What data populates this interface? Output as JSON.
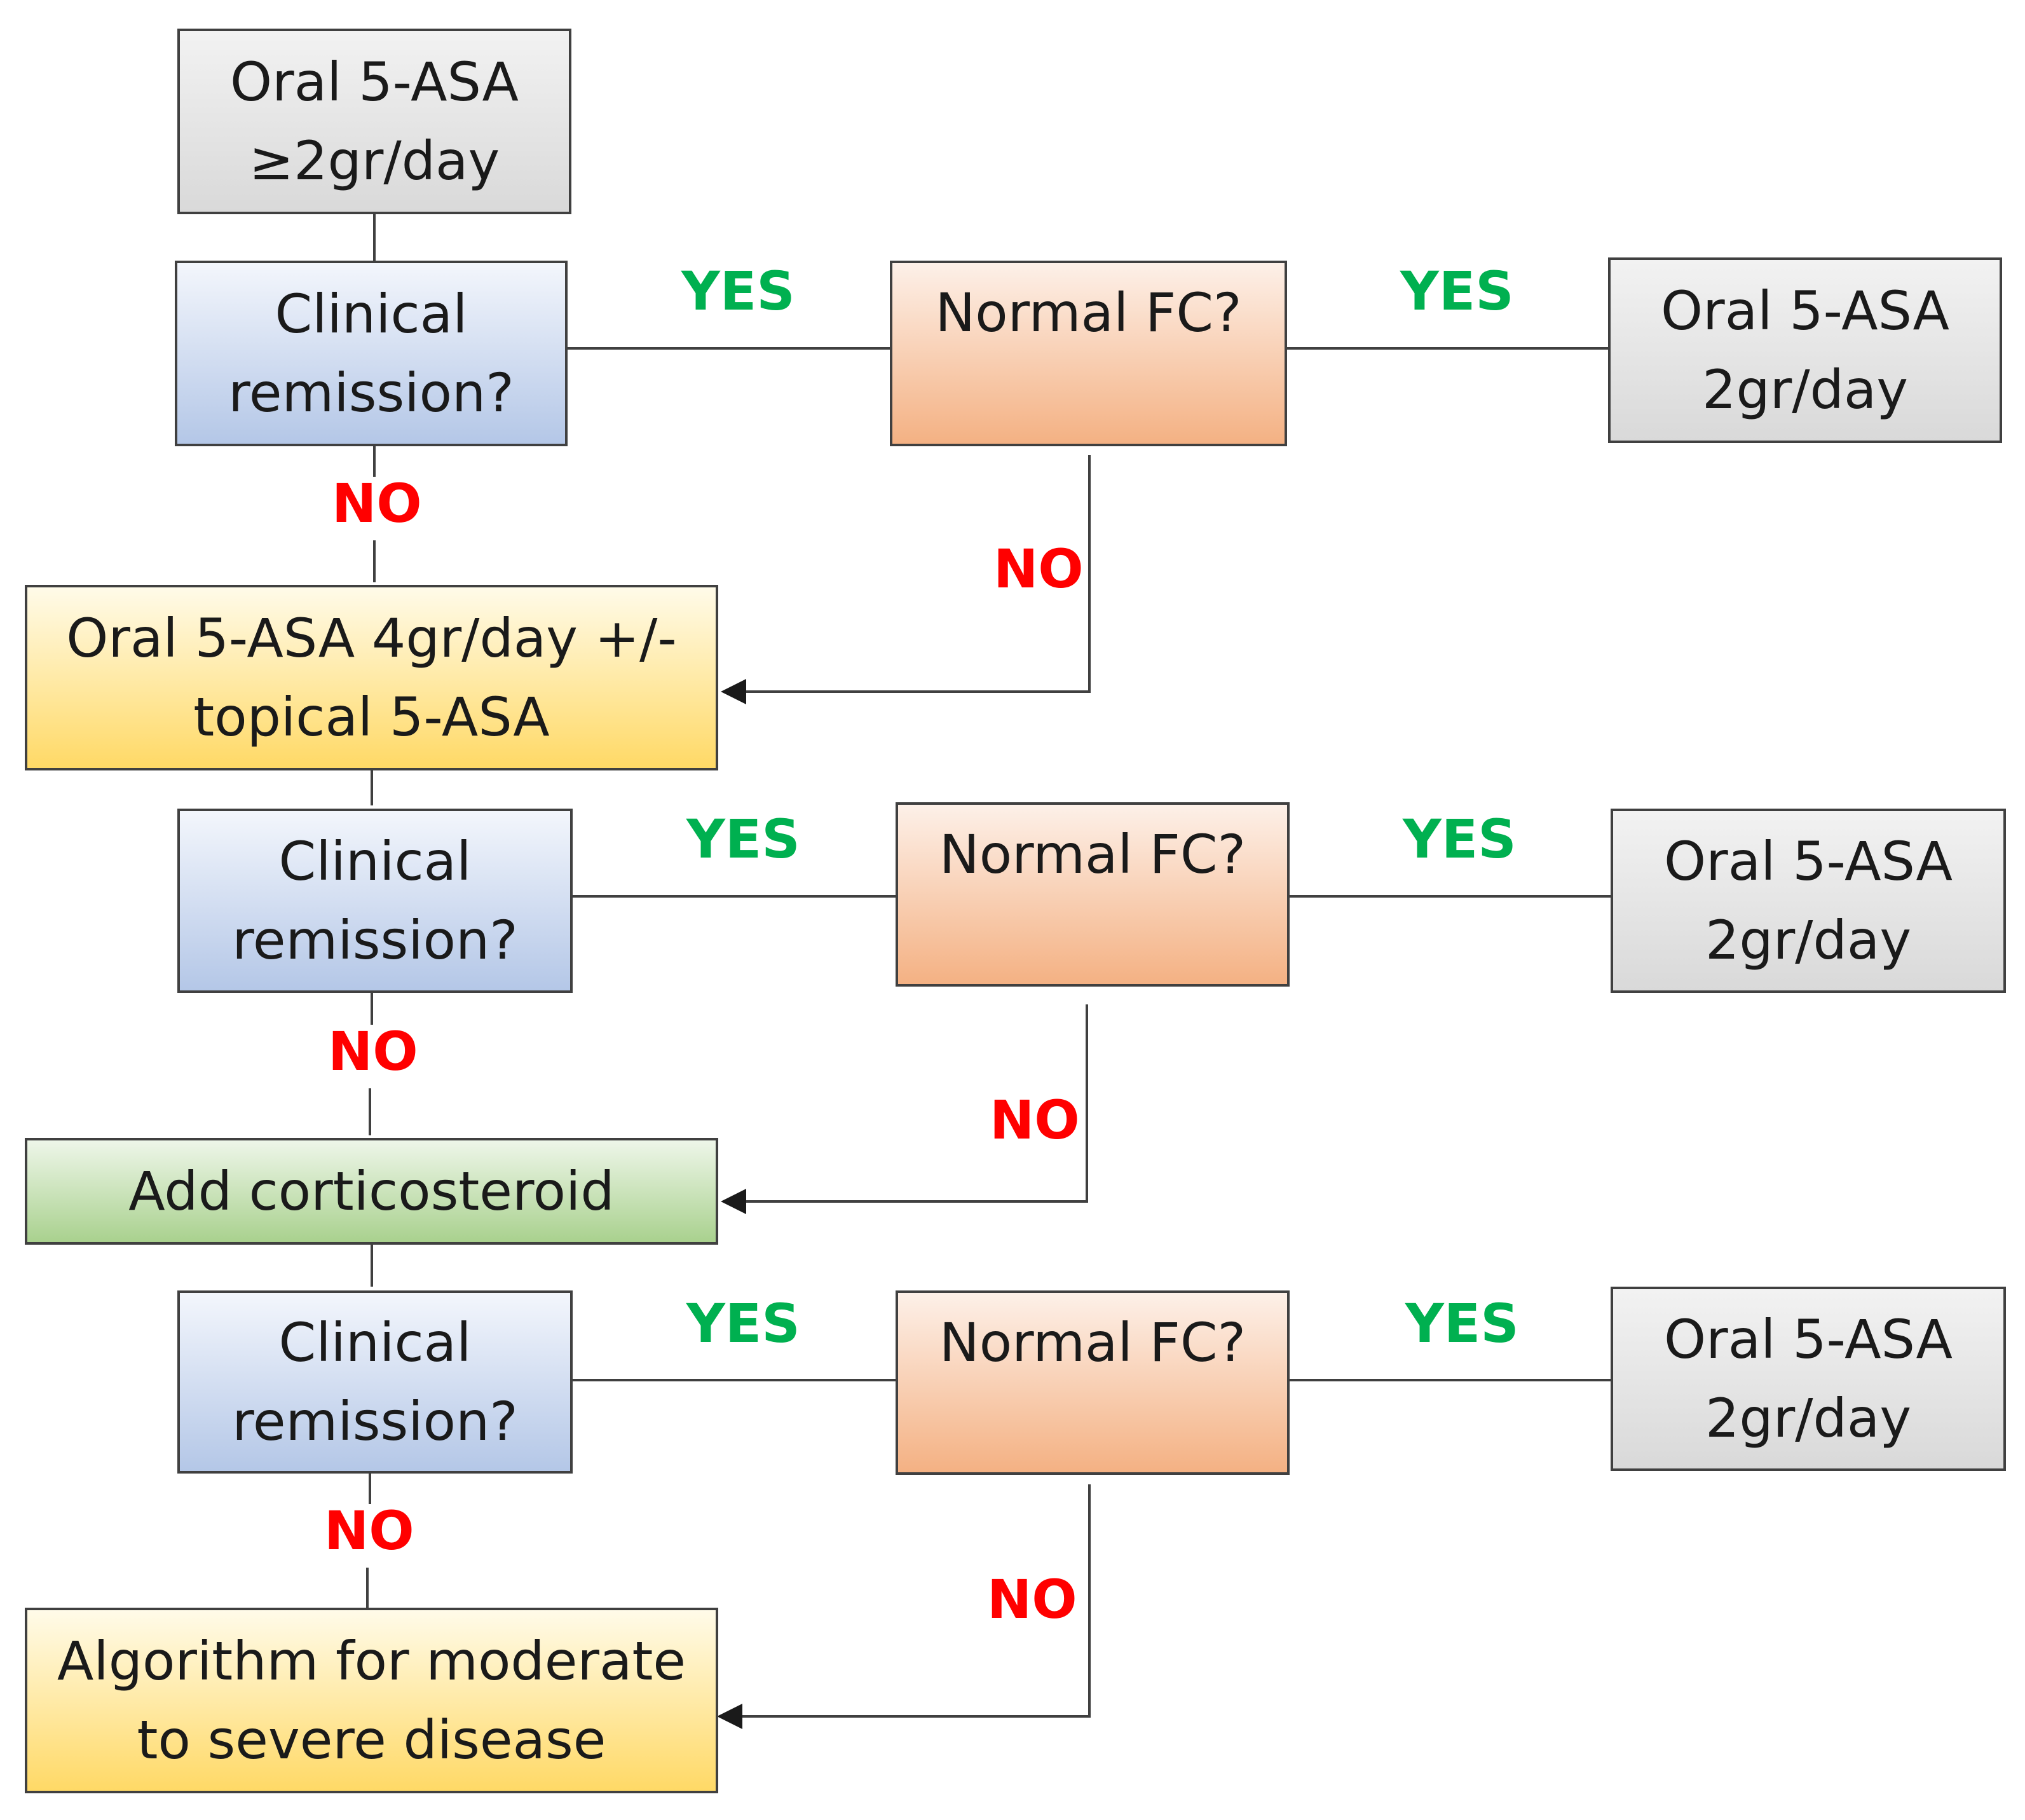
{
  "diagram": {
    "start": "Oral 5-ASA\n≥2gr/day",
    "step1": {
      "question": "Clinical\nremission?",
      "fc_question": "Normal FC?",
      "outcome": "Oral 5-ASA\n2gr/day",
      "yes_label_1": "YES",
      "yes_label_2": "YES",
      "no_label_1": "NO",
      "no_label_2": "NO"
    },
    "escalation1": "Oral 5-ASA 4gr/day +/-\ntopical 5-ASA",
    "step2": {
      "question": "Clinical\nremission?",
      "fc_question": "Normal FC?",
      "outcome": "Oral 5-ASA\n2gr/day",
      "yes_label_1": "YES",
      "yes_label_2": "YES",
      "no_label_1": "NO",
      "no_label_2": "NO"
    },
    "escalation2": "Add corticosteroid",
    "step3": {
      "question": "Clinical\nremission?",
      "fc_question": "Normal FC?",
      "outcome": "Oral 5-ASA\n2gr/day",
      "yes_label_1": "YES",
      "yes_label_2": "YES",
      "no_label_1": "NO",
      "no_label_2": "NO"
    },
    "final": "Algorithm for moderate\nto severe disease"
  },
  "colors": {
    "yes": "#00b050",
    "no": "#ff0000",
    "connector": "#404040",
    "gray_box": "#d9d9d9",
    "blue_box": "#b4c7e7",
    "orange_box": "#f4b183",
    "yellow_box": "#ffd966",
    "green_box": "#a9d18e"
  }
}
